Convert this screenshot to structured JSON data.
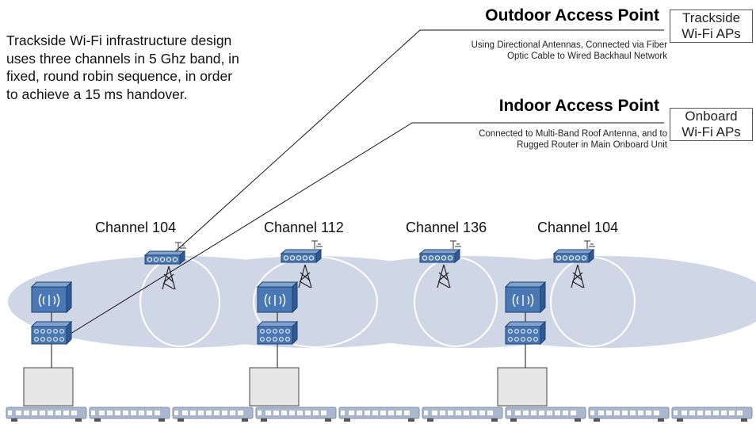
{
  "intro_text": "Trackside Wi-Fi infrastructure design uses three channels in 5 Ghz band, in fixed, round robin sequence, in order to achieve a 15 ms handover.",
  "outdoor": {
    "title": "Outdoor Access Point",
    "description_line1": "Using Directional Antennas, Connected via Fiber",
    "description_line2": "Optic Cable to Wired Backhaul Network",
    "tag_line1": "Trackside",
    "tag_line2": "Wi-Fi APs"
  },
  "indoor": {
    "title": "Indoor Access Point",
    "description_line1": "Connected to Multi-Band Roof Antenna, and to",
    "description_line2": "Rugged Router in Main Onboard Unit",
    "tag_line1": "Onboard",
    "tag_line2": "Wi-Fi APs"
  },
  "channels": [
    {
      "label": "Channel 104"
    },
    {
      "label": "Channel 112"
    },
    {
      "label": "Channel 136"
    },
    {
      "label": "Channel 104"
    }
  ],
  "train_car_count": 9,
  "onboard_unit_count": 3,
  "colors": {
    "coverage": "#cfd6e6",
    "device_fill": "#4a78b5",
    "device_stroke": "#1f3f6b",
    "train": "#aab7cf",
    "unit_box": "#e6e6e6"
  }
}
